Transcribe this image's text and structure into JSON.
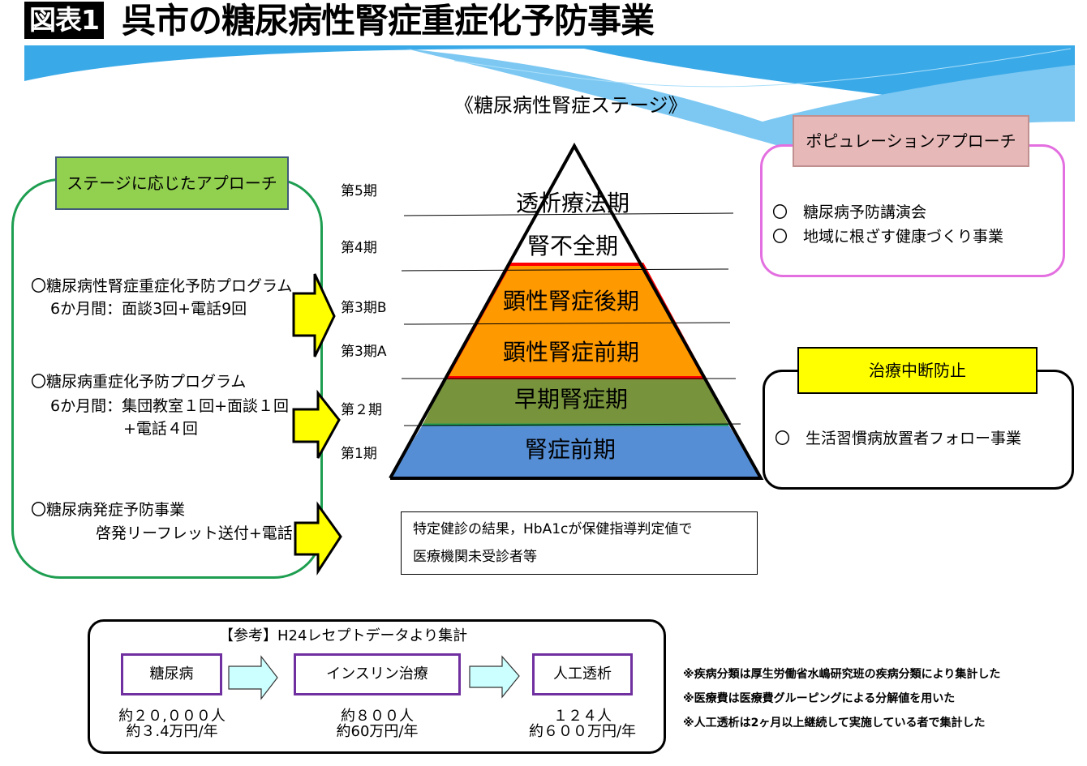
{
  "header": {
    "badge": "図表1",
    "title": "呉市の糖尿病性腎症重症化予防事業"
  },
  "colors": {
    "banner_blue": "#3aa9e8",
    "banner_light": "#7cc8f2",
    "green_frame": "#1e9e50",
    "green_head": "#92d050",
    "pink_frame": "#e36fe0",
    "pink_head": "#e6b8b7",
    "yellow": "#ffff00",
    "orange": "#ff9900",
    "red_border": "#ff0000",
    "olive": "#77933c",
    "blue_stage": "#558ed5",
    "purple_box": "#7030a0",
    "cyan_arrow": "#ccffff"
  },
  "stage_section": {
    "heading": "《糖尿病性腎症ステージ》",
    "stage_labels": [
      "第5期",
      "第4期",
      "第3期B",
      "第3期A",
      "第２期",
      "第1期"
    ],
    "pyramid_levels": [
      {
        "name": "透析療法期",
        "fill": "#ffffff"
      },
      {
        "name": "腎不全期",
        "fill": "#ffffff"
      },
      {
        "name": "顕性腎症後期",
        "fill": "#ff9900"
      },
      {
        "name": "顕性腎症前期",
        "fill": "#ff9900"
      },
      {
        "name": "早期腎症期",
        "fill": "#77933c"
      },
      {
        "name": "腎症前期",
        "fill": "#558ed5"
      }
    ]
  },
  "stage_approach": {
    "heading": "ステージに応じたアプローチ",
    "programs": [
      {
        "title": "〇糖尿病性腎症重症化予防プログラム",
        "lines": [
          "6か月間：面談3回+電話9回"
        ]
      },
      {
        "title": "〇糖尿病重症化予防プログラム",
        "lines": [
          "6か月間：集団教室１回+面談１回",
          "+電話４回"
        ]
      },
      {
        "title": "〇糖尿病発症予防事業",
        "lines": [
          "啓発リーフレット送付+電話"
        ]
      }
    ]
  },
  "population_approach": {
    "heading": "ポピュレーションアプローチ",
    "items": [
      "〇　糖尿病予防講演会",
      "〇　地域に根ざす健康づくり事業"
    ]
  },
  "treatment_dropout": {
    "heading": "治療中断防止",
    "items": [
      "〇　生活習慣病放置者フォロー事業"
    ]
  },
  "criteria": {
    "lines": [
      "特定健診の結果，HbA1cが保健指導判定値で",
      "医療機関未受診者等"
    ]
  },
  "reference": {
    "title": "【参考】H24レセプトデータより集計",
    "steps": [
      {
        "label": "糖尿病",
        "count": "約２０,０００人",
        "cost": "約３.4万円/年"
      },
      {
        "label": "インスリン治療",
        "count": "約８００人",
        "cost": "約60万円/年"
      },
      {
        "label": "人工透析",
        "count": "１２４人",
        "cost": "約６００万円/年"
      }
    ]
  },
  "notes": [
    "※疾病分類は厚生労働省水嶋研究班の疾病分類により集計した",
    "※医療費は医療費グルーピングによる分解値を用いた",
    "※人工透析は2ヶ月以上継続して実施している者で集計した"
  ]
}
